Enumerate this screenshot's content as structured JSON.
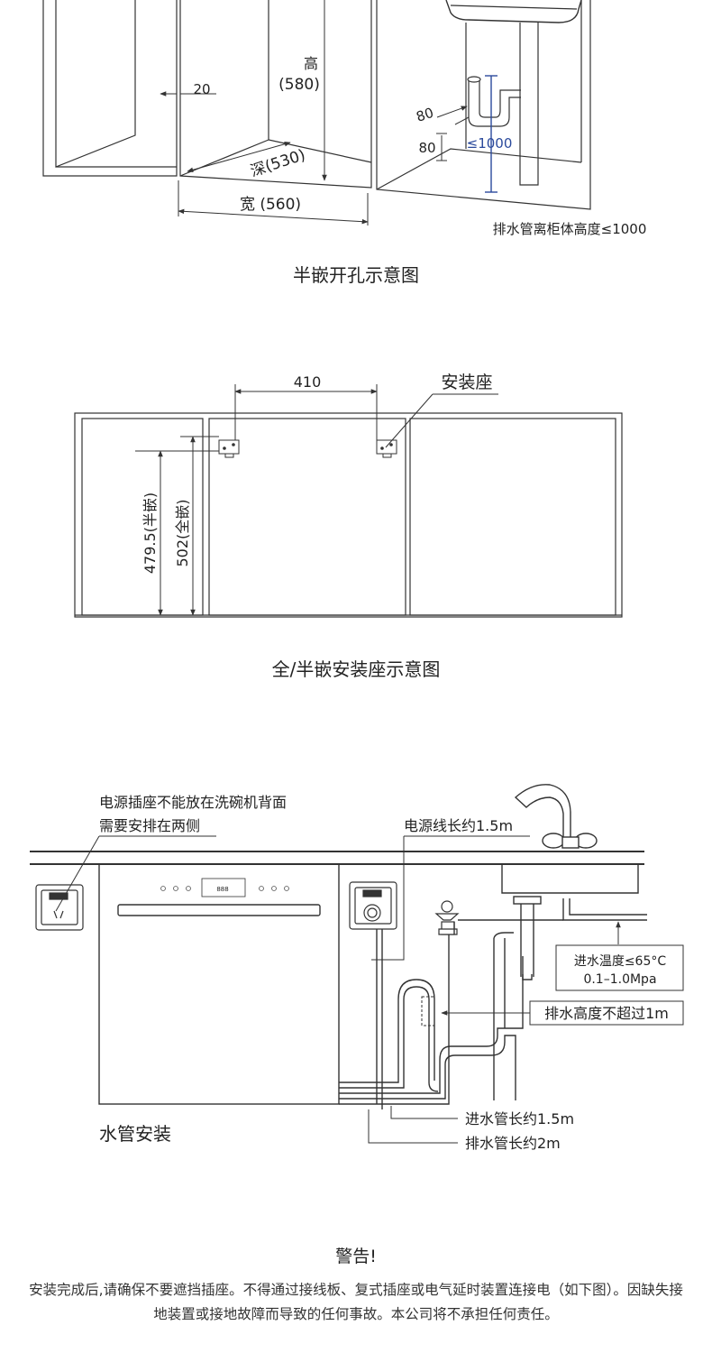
{
  "section1": {
    "caption": "半嵌开孔示意图",
    "height_label": "高",
    "height_value": "(580)",
    "gap_value": "20",
    "depth_label": "深(530)",
    "width_label": "宽 (560)",
    "pipe_offset_a": "80",
    "pipe_offset_b": "80",
    "drain_height_value": "≤1000",
    "drain_note": "排水管离柜体高度≤1000"
  },
  "section2": {
    "caption": "全/半嵌安装座示意图",
    "mount_label": "安装座",
    "spacing_value": "410",
    "semi_height": "479.5(半嵌)",
    "full_height": "502(全嵌)"
  },
  "section3": {
    "caption": "水管安装",
    "socket_note_line1": "电源插座不能放在洗碗机背面",
    "socket_note_line2": "需要安排在两侧",
    "cord_length": "电源线长约1.5m",
    "inlet_spec_line1": "进水温度≤65°C",
    "inlet_spec_line2": "0.1–1.0Mpa",
    "drain_height_limit": "排水高度不超过1m",
    "inlet_hose_length": "进水管长约1.5m",
    "drain_hose_length": "排水管长约2m",
    "panel_display": "888"
  },
  "warning": {
    "title": "警告!",
    "body": "安装完成后,请确保不要遮挡插座。不得通过接线板、复式插座或电气延时装置连接电（如下图）。因缺失接地装置或接地故障而导致的任何事故。本公司将不承担任何责任。"
  },
  "colors": {
    "line": "#333333",
    "accent_blue": "#2b4a9c"
  }
}
